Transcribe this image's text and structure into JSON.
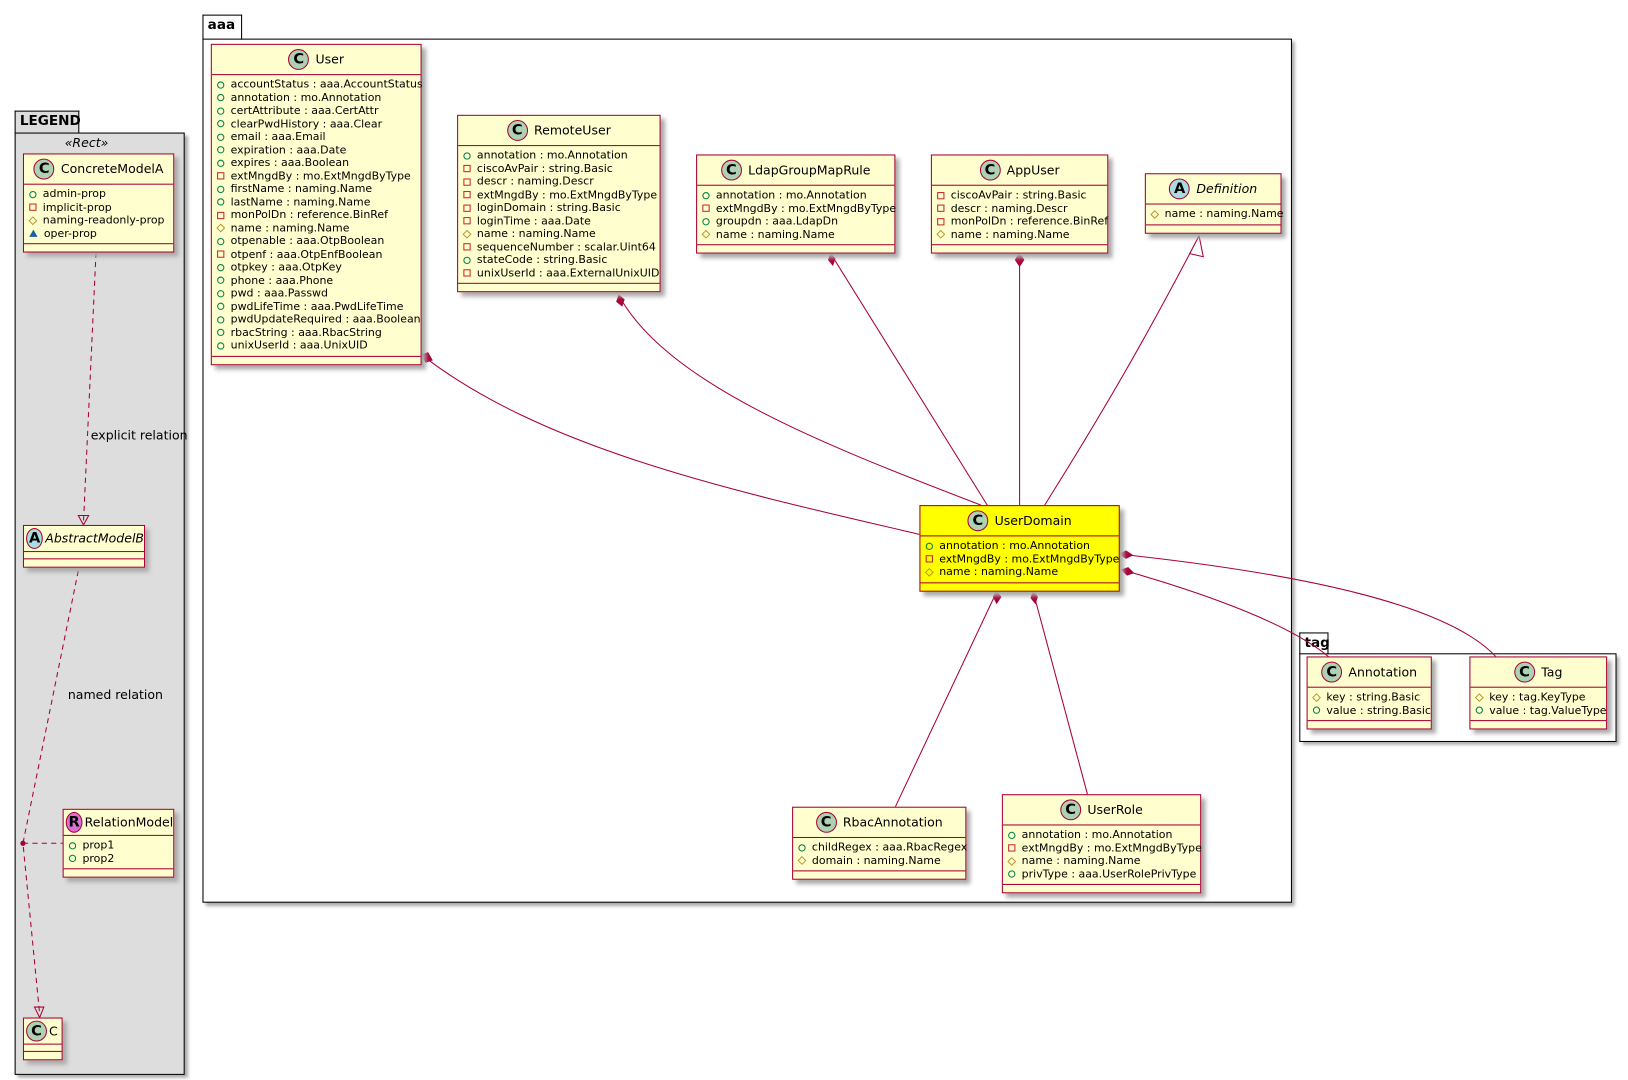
{
  "packages": {
    "aaa": "aaa",
    "legend": "LEGEND",
    "tag": "tag"
  },
  "legend_stereotype": "«Rect»",
  "relation_labels": {
    "explicit": "explicit relation",
    "named": "named relation"
  },
  "colors": {
    "border": "#A80036",
    "box": "#FEFECE",
    "highlight": "#FFFF00",
    "class_spot": "#ADD1B2",
    "abstract_spot": "#A9DCDF",
    "relation_spot": "#DA70D6"
  },
  "classes": [
    {
      "id": "User",
      "name": "User",
      "kind": "C",
      "attrs": [
        [
          "pub",
          "accountStatus : aaa.AccountStatus"
        ],
        [
          "pub",
          "annotation : mo.Annotation"
        ],
        [
          "pub",
          "certAttribute : aaa.CertAttr"
        ],
        [
          "pub",
          "clearPwdHistory : aaa.Clear"
        ],
        [
          "pub",
          "email : aaa.Email"
        ],
        [
          "pub",
          "expiration : aaa.Date"
        ],
        [
          "pub",
          "expires : aaa.Boolean"
        ],
        [
          "priv",
          "extMngdBy : mo.ExtMngdByType"
        ],
        [
          "pub",
          "firstName : naming.Name"
        ],
        [
          "pub",
          "lastName : naming.Name"
        ],
        [
          "priv",
          "monPolDn : reference.BinRef"
        ],
        [
          "prot",
          "name : naming.Name"
        ],
        [
          "pub",
          "otpenable : aaa.OtpBoolean"
        ],
        [
          "priv",
          "otpenf : aaa.OtpEnfBoolean"
        ],
        [
          "pub",
          "otpkey : aaa.OtpKey"
        ],
        [
          "pub",
          "phone : aaa.Phone"
        ],
        [
          "pub",
          "pwd : aaa.Passwd"
        ],
        [
          "pub",
          "pwdLifeTime : aaa.PwdLifeTime"
        ],
        [
          "pub",
          "pwdUpdateRequired : aaa.Boolean"
        ],
        [
          "pub",
          "rbacString : aaa.RbacString"
        ],
        [
          "pub",
          "unixUserId : aaa.UnixUID"
        ]
      ]
    },
    {
      "id": "RemoteUser",
      "name": "RemoteUser",
      "kind": "C",
      "attrs": [
        [
          "pub",
          "annotation : mo.Annotation"
        ],
        [
          "priv",
          "ciscoAvPair : string.Basic"
        ],
        [
          "priv",
          "descr : naming.Descr"
        ],
        [
          "priv",
          "extMngdBy : mo.ExtMngdByType"
        ],
        [
          "priv",
          "loginDomain : string.Basic"
        ],
        [
          "priv",
          "loginTime : aaa.Date"
        ],
        [
          "prot",
          "name : naming.Name"
        ],
        [
          "priv",
          "sequenceNumber : scalar.Uint64"
        ],
        [
          "pub",
          "stateCode : string.Basic"
        ],
        [
          "priv",
          "unixUserId : aaa.ExternalUnixUID"
        ]
      ]
    },
    {
      "id": "LdapGroupMapRule",
      "name": "LdapGroupMapRule",
      "kind": "C",
      "attrs": [
        [
          "pub",
          "annotation : mo.Annotation"
        ],
        [
          "priv",
          "extMngdBy : mo.ExtMngdByType"
        ],
        [
          "pub",
          "groupdn : aaa.LdapDn"
        ],
        [
          "prot",
          "name : naming.Name"
        ]
      ]
    },
    {
      "id": "AppUser",
      "name": "AppUser",
      "kind": "C",
      "attrs": [
        [
          "priv",
          "ciscoAvPair : string.Basic"
        ],
        [
          "priv",
          "descr : naming.Descr"
        ],
        [
          "priv",
          "monPolDn : reference.BinRef"
        ],
        [
          "prot",
          "name : naming.Name"
        ]
      ]
    },
    {
      "id": "Definition",
      "name": "Definition",
      "kind": "A",
      "attrs": [
        [
          "prot",
          "name : naming.Name"
        ]
      ]
    },
    {
      "id": "UserDomain",
      "name": "UserDomain",
      "kind": "C",
      "highlight": true,
      "attrs": [
        [
          "pub",
          "annotation : mo.Annotation"
        ],
        [
          "priv",
          "extMngdBy : mo.ExtMngdByType"
        ],
        [
          "prot",
          "name : naming.Name"
        ]
      ]
    },
    {
      "id": "RbacAnnotation",
      "name": "RbacAnnotation",
      "kind": "C",
      "attrs": [
        [
          "pub",
          "childRegex : aaa.RbacRegex"
        ],
        [
          "prot",
          "domain : naming.Name"
        ]
      ]
    },
    {
      "id": "UserRole",
      "name": "UserRole",
      "kind": "C",
      "attrs": [
        [
          "pub",
          "annotation : mo.Annotation"
        ],
        [
          "priv",
          "extMngdBy : mo.ExtMngdByType"
        ],
        [
          "prot",
          "name : naming.Name"
        ],
        [
          "pub",
          "privType : aaa.UserRolePrivType"
        ]
      ]
    },
    {
      "id": "Annotation",
      "name": "Annotation",
      "kind": "C",
      "attrs": [
        [
          "prot",
          "key : string.Basic"
        ],
        [
          "pub",
          "value : string.Basic"
        ]
      ]
    },
    {
      "id": "Tag",
      "name": "Tag",
      "kind": "C",
      "attrs": [
        [
          "prot",
          "key : tag.KeyType"
        ],
        [
          "pub",
          "value : tag.ValueType"
        ]
      ]
    },
    {
      "id": "ConcreteModelA",
      "name": "ConcreteModelA",
      "kind": "C",
      "attrs": [
        [
          "pub",
          "admin-prop"
        ],
        [
          "priv",
          "implicit-prop"
        ],
        [
          "prot",
          "naming-readonly-prop"
        ],
        [
          "pkg",
          "oper-prop"
        ]
      ]
    },
    {
      "id": "AbstractModelB",
      "name": "AbstractModelB",
      "kind": "A",
      "compact": true,
      "attrs": []
    },
    {
      "id": "RelationModel",
      "name": "RelationModel",
      "kind": "R",
      "compact": true,
      "attrs": [
        [
          "pub",
          "prop1"
        ],
        [
          "pub",
          "prop2"
        ]
      ]
    },
    {
      "id": "C",
      "name": "C",
      "kind": "C",
      "compact": true,
      "attrs": []
    }
  ]
}
